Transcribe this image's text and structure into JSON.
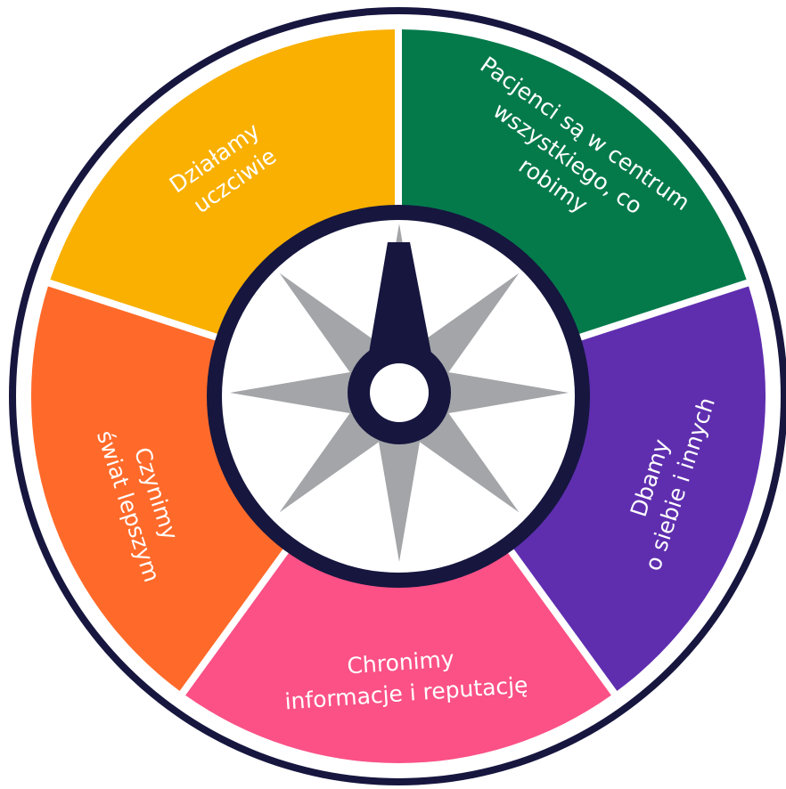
{
  "colors": {
    "navy": "#16163f",
    "gold": "#f9b000",
    "gray": "#a3a5a8",
    "white": "#ffffff"
  },
  "segments": [
    {
      "id": "green",
      "color": "#047a4b",
      "lines": [
        "Działamy",
        "uczciwie"
      ]
    },
    {
      "id": "purple",
      "color": "#5f2eaf",
      "lines": [
        "Pacjenci są w centrum",
        "wszystkiego, co",
        "robimy"
      ]
    },
    {
      "id": "pink",
      "color": "#fb5186",
      "lines": [
        "Dbamy",
        "o siebie i innych"
      ]
    },
    {
      "id": "orange",
      "color": "#ff6a2a",
      "lines": [
        "Chronimy",
        "informacje i reputację"
      ]
    },
    {
      "id": "yellow",
      "color": "#f9b000",
      "lines": [
        "Czynimy",
        "świat lepszym"
      ]
    }
  ],
  "center_icon": "compass-rose-icon"
}
